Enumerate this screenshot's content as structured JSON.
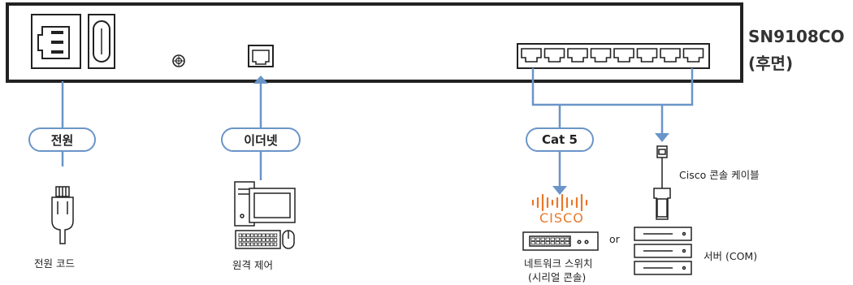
{
  "device": {
    "model": "SN9108CO",
    "view_label": "(후면)"
  },
  "connections": {
    "power": "전원",
    "ethernet": "이더넷",
    "cat5": "Cat 5"
  },
  "devices": {
    "power_cord": "전원 코드",
    "remote_control": "원격 제어",
    "cisco_logo_text": "CISCO",
    "network_switch_line1": "네트워크 스위치",
    "network_switch_line2": "(시리얼 콘솔)",
    "or_label": "or",
    "cisco_console_cable": "Cisco 콘솔 케이블",
    "server": "서버 (COM)"
  },
  "icons": [
    "power-inlet-icon",
    "power-switch-icon",
    "ground-screw-icon",
    "rj45-port-icon",
    "serial-ports-icon",
    "power-plug-icon",
    "pc-workstation-icon",
    "cisco-logo-icon",
    "network-switch-icon",
    "console-cable-icon",
    "server-stack-icon"
  ],
  "colors": {
    "line": "#6a95c8",
    "outline": "#222222",
    "cisco_orange": "#e8782a"
  },
  "port_count": 8
}
